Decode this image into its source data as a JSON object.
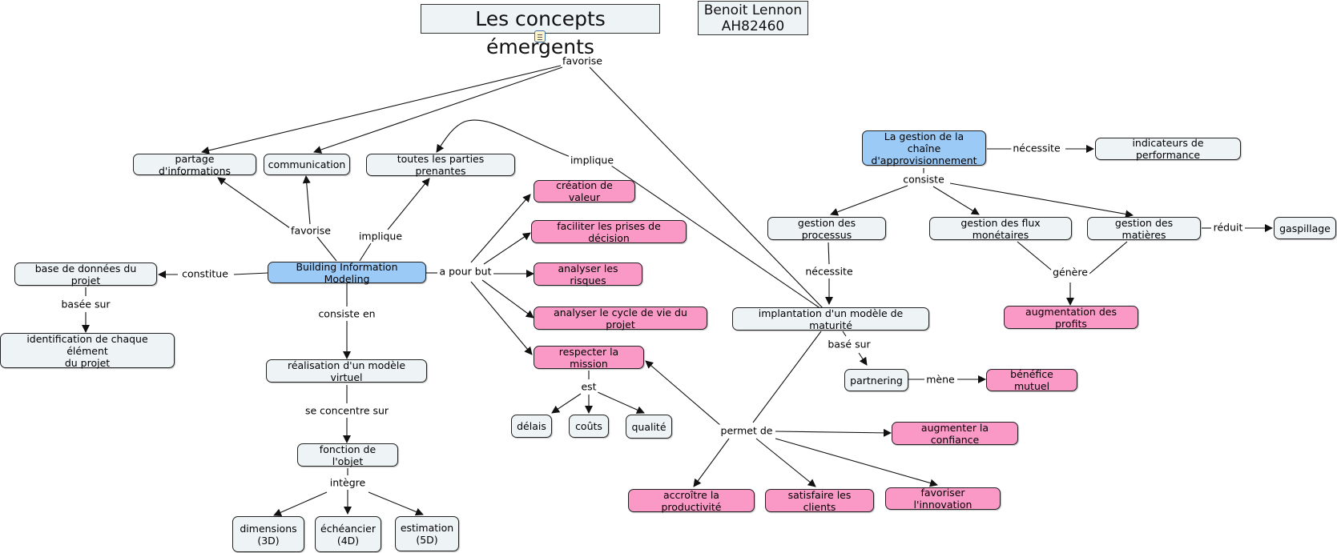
{
  "map": {
    "title": "Les concepts émergents",
    "author": "Benoit Lennon\nAH82460",
    "colors": {
      "concept": "#eef3f5",
      "emphasis": "#fa98c6",
      "root": "#9ccaf7",
      "line": "#111111"
    },
    "concepts": {
      "bim": "Building Information Modeling",
      "partage": "partage d'informations",
      "communication": "communication",
      "parties": "toutes les parties prenantes",
      "basedonnees": "base de données du projet",
      "identification": "identification de chaque élément\ndu projet",
      "realisation": "réalisation d'un modèle virtuel",
      "fonction": "fonction de l'objet",
      "dimensions": "dimensions\n(3D)",
      "echeancier": "échéancier\n(4D)",
      "estimation": "estimation\n(5D)",
      "creation": "création de valeur",
      "faciliter": "faciliter les prises de décision",
      "analyserRisques": "analyser les risques",
      "analyserCycle": "analyser le cycle de vie du projet",
      "respecter": "respecter la mission",
      "delais": "délais",
      "couts": "coûts",
      "qualite": "qualité",
      "gestionChaine": "La gestion de la chaîne\nd'approvisionnement",
      "indicateurs": "indicateurs de performance",
      "processus": "gestion des processus",
      "flux": "gestion des flux monétaires",
      "matieres": "gestion des matières",
      "gaspillage": "gaspillage",
      "profits": "augmentation des profits",
      "implantation": "implantation d'un modèle de maturité",
      "partnering": "partnering",
      "benefice": "bénéfice mutuel",
      "confiance": "augmenter la confiance",
      "productivite": "accroître la productivité",
      "clients": "satisfaire les clients",
      "innovation": "favoriser l'innovation"
    },
    "links": {
      "favoriseTop": "favorise",
      "implique": "implique",
      "favoriseBim": "favorise",
      "impliqueBim": "implique",
      "constitue": "constitue",
      "baseeSur": "basée sur",
      "consisteEn": "consiste en",
      "seConcentre": "se concentre sur",
      "integre": "intègre",
      "aPourBut": "a pour but",
      "est": "est",
      "necessite1": "nécessite",
      "consiste": "consiste",
      "reduit": "réduit",
      "genere": "génère",
      "necessite2": "nécessite",
      "baseSur": "basé sur",
      "mene": "mène",
      "permetDe": "permet de"
    }
  }
}
